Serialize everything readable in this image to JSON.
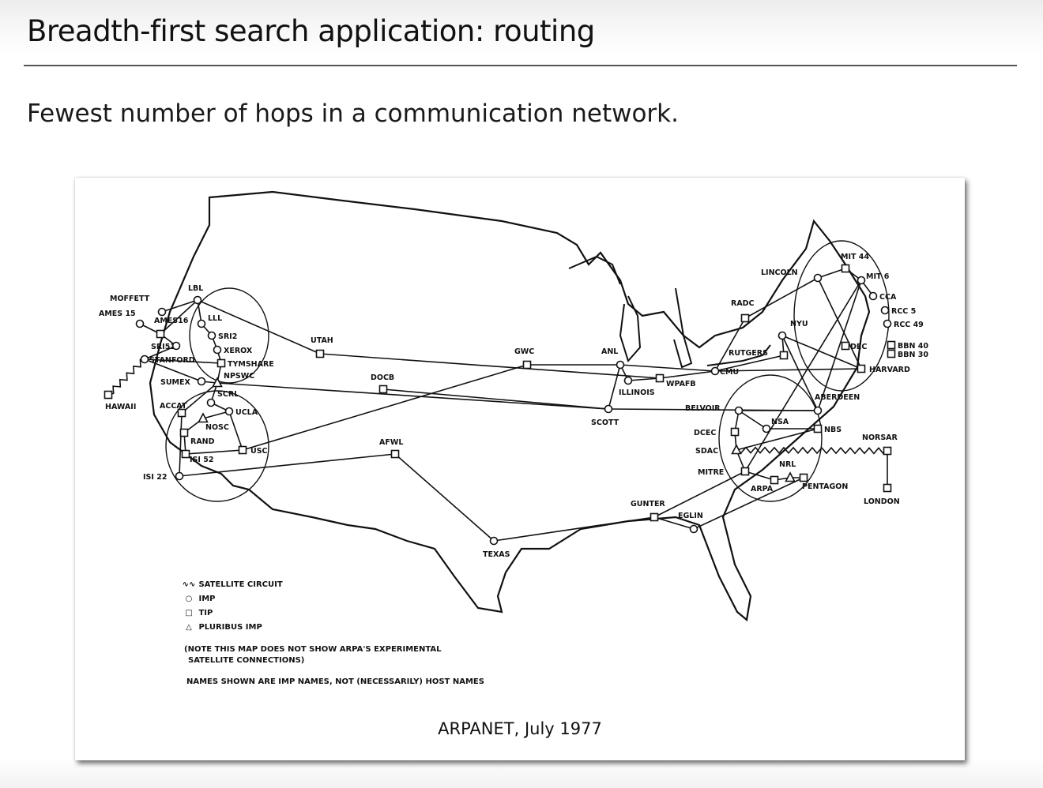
{
  "slide": {
    "title": "Breadth-first search application:  routing",
    "subtitle": "Fewest number of hops in a communication network."
  },
  "figure": {
    "caption": "ARPANET, July 1977",
    "legend": [
      {
        "symbol": "satellite-wave",
        "label": "SATELLITE CIRCUIT"
      },
      {
        "symbol": "circle",
        "label": "IMP"
      },
      {
        "symbol": "square",
        "label": "TIP"
      },
      {
        "symbol": "triangle",
        "label": "PLURIBUS IMP"
      }
    ],
    "legend_glyphs": {
      "satellite-wave": "∿∿",
      "circle": "○",
      "square": "□",
      "triangle": "△"
    },
    "note_line1": "(NOTE  THIS MAP DOES NOT SHOW ARPA'S EXPERIMENTAL",
    "note_line2": "SATELLITE CONNECTIONS)",
    "names_note": "NAMES SHOWN ARE IMP NAMES, NOT (NECESSARILY) HOST NAMES"
  },
  "network": {
    "nodes": [
      {
        "id": "LBL",
        "label": "LBL",
        "type": "circle"
      },
      {
        "id": "MOFFETT",
        "label": "MOFFETT",
        "type": "circle"
      },
      {
        "id": "AMES15",
        "label": "AMES 15",
        "type": "circle"
      },
      {
        "id": "AMES16",
        "label": "AMES16",
        "type": "square"
      },
      {
        "id": "LLL",
        "label": "LLL",
        "type": "circle"
      },
      {
        "id": "SRI2",
        "label": "SRI2",
        "type": "circle"
      },
      {
        "id": "SRI51",
        "label": "SRI51",
        "type": "circle"
      },
      {
        "id": "XEROX",
        "label": "XEROX",
        "type": "circle"
      },
      {
        "id": "STANFORD",
        "label": "STANFORD",
        "type": "circle"
      },
      {
        "id": "TYMSHARE",
        "label": "TYMSHARE",
        "type": "square"
      },
      {
        "id": "SUMEX",
        "label": "SUMEX",
        "type": "circle"
      },
      {
        "id": "NPSWC",
        "label": "NPSWC",
        "type": "triangle"
      },
      {
        "id": "HAWAII",
        "label": "HAWAII",
        "type": "square"
      },
      {
        "id": "ACCAT",
        "label": "ACCAT",
        "type": "square"
      },
      {
        "id": "SCRL",
        "label": "SCRL",
        "type": "circle"
      },
      {
        "id": "UCLA",
        "label": "UCLA",
        "type": "circle"
      },
      {
        "id": "NOSC",
        "label": "NOSC",
        "type": "triangle"
      },
      {
        "id": "RAND",
        "label": "RAND",
        "type": "square"
      },
      {
        "id": "USC",
        "label": "USC",
        "type": "square"
      },
      {
        "id": "ISI52",
        "label": "ISI 52",
        "type": "square"
      },
      {
        "id": "ISI22",
        "label": "ISI 22",
        "type": "circle"
      },
      {
        "id": "UTAH",
        "label": "UTAH",
        "type": "square"
      },
      {
        "id": "DOCB",
        "label": "DOCB",
        "type": "square"
      },
      {
        "id": "AFWL",
        "label": "AFWL",
        "type": "square"
      },
      {
        "id": "GWC",
        "label": "GWC",
        "type": "square"
      },
      {
        "id": "ANL",
        "label": "ANL",
        "type": "circle"
      },
      {
        "id": "ILLINOIS",
        "label": "ILLINOIS",
        "type": "circle"
      },
      {
        "id": "WPAFB",
        "label": "WPAFB",
        "type": "square"
      },
      {
        "id": "SCOTT",
        "label": "SCOTT",
        "type": "circle"
      },
      {
        "id": "TEXAS",
        "label": "TEXAS",
        "type": "circle"
      },
      {
        "id": "GUNTER",
        "label": "GUNTER",
        "type": "square"
      },
      {
        "id": "EGLIN",
        "label": "EGLIN",
        "type": "circle"
      },
      {
        "id": "CMU",
        "label": "CMU",
        "type": "circle"
      },
      {
        "id": "RADC",
        "label": "RADC",
        "type": "square"
      },
      {
        "id": "LINCOLN",
        "label": "LINCOLN",
        "type": "circle"
      },
      {
        "id": "MIT44",
        "label": "MIT 44",
        "type": "square"
      },
      {
        "id": "MIT6",
        "label": "MIT 6",
        "type": "circle"
      },
      {
        "id": "CCA",
        "label": "CCA",
        "type": "circle"
      },
      {
        "id": "RCC5",
        "label": "RCC 5",
        "type": "circle"
      },
      {
        "id": "RCC49",
        "label": "RCC 49",
        "type": "circle"
      },
      {
        "id": "NYU",
        "label": "NYU",
        "type": "circle"
      },
      {
        "id": "DEC",
        "label": "DEC",
        "type": "square"
      },
      {
        "id": "BBN40",
        "label": "BBN 40",
        "type": "square"
      },
      {
        "id": "BBN30",
        "label": "BBN 30",
        "type": "square"
      },
      {
        "id": "HARVARD",
        "label": "HARVARD",
        "type": "square"
      },
      {
        "id": "RUTGERS",
        "label": "RUTGERS",
        "type": "square"
      },
      {
        "id": "ABERDEEN",
        "label": "ABERDEEN",
        "type": "circle"
      },
      {
        "id": "BELVOIR",
        "label": "BELVOIR",
        "type": "circle"
      },
      {
        "id": "NSA",
        "label": "NSA",
        "type": "circle"
      },
      {
        "id": "DCEC",
        "label": "DCEC",
        "type": "square"
      },
      {
        "id": "NBS",
        "label": "NBS",
        "type": "square"
      },
      {
        "id": "SDAC",
        "label": "SDAC",
        "type": "triangle"
      },
      {
        "id": "NORSAR",
        "label": "NORSAR",
        "type": "square"
      },
      {
        "id": "MITRE",
        "label": "MITRE",
        "type": "square"
      },
      {
        "id": "NRL",
        "label": "NRL",
        "type": "triangle"
      },
      {
        "id": "ARPA",
        "label": "ARPA",
        "type": "square"
      },
      {
        "id": "PENTAGON",
        "label": "PENTAGON",
        "type": "square"
      },
      {
        "id": "LONDON",
        "label": "LONDON",
        "type": "square"
      }
    ],
    "edges": [
      [
        "MOFFETT",
        "LBL"
      ],
      [
        "LBL",
        "LLL"
      ],
      [
        "LBL",
        "AMES16"
      ],
      [
        "LBL",
        "UTAH"
      ],
      [
        "AMES15",
        "AMES16"
      ],
      [
        "AMES16",
        "SRI51"
      ],
      [
        "SRI51",
        "STANFORD"
      ],
      [
        "LLL",
        "SRI2"
      ],
      [
        "SRI2",
        "XEROX"
      ],
      [
        "XEROX",
        "TYMSHARE"
      ],
      [
        "STANFORD",
        "TYMSHARE"
      ],
      [
        "STANFORD",
        "SUMEX"
      ],
      [
        "SUMEX",
        "NPSWC"
      ],
      [
        "TYMSHARE",
        "NPSWC"
      ],
      [
        "NPSWC",
        "SCRL"
      ],
      [
        "SCRL",
        "UCLA"
      ],
      [
        "NPSWC",
        "SCOTT"
      ],
      [
        "NPSWC",
        "ACCAT"
      ],
      [
        "ACCAT",
        "ISI22"
      ],
      [
        "UCLA",
        "NOSC"
      ],
      [
        "UCLA",
        "USC"
      ],
      [
        "NOSC",
        "RAND"
      ],
      [
        "RAND",
        "ISI52"
      ],
      [
        "ISI52",
        "USC"
      ],
      [
        "USC",
        "GWC"
      ],
      [
        "ISI22",
        "AFWL"
      ],
      [
        "AFWL",
        "TEXAS"
      ],
      [
        "UTAH",
        "WPAFB"
      ],
      [
        "DOCB",
        "SCOTT"
      ],
      [
        "GWC",
        "ANL"
      ],
      [
        "ANL",
        "ILLINOIS"
      ],
      [
        "ANL",
        "SCOTT"
      ],
      [
        "ANL",
        "CMU"
      ],
      [
        "ILLINOIS",
        "WPAFB"
      ],
      [
        "WPAFB",
        "CMU"
      ],
      [
        "TEXAS",
        "GUNTER"
      ],
      [
        "GUNTER",
        "EGLIN"
      ],
      [
        "GUNTER",
        "MITRE"
      ],
      [
        "EGLIN",
        "PENTAGON"
      ],
      [
        "CMU",
        "RADC"
      ],
      [
        "RADC",
        "LINCOLN"
      ],
      [
        "LINCOLN",
        "MIT44"
      ],
      [
        "MIT44",
        "MIT6"
      ],
      [
        "MIT6",
        "CCA"
      ],
      [
        "CMU",
        "RUTGERS"
      ],
      [
        "CMU",
        "HARVARD"
      ],
      [
        "RUTGERS",
        "NYU"
      ],
      [
        "NYU",
        "HARVARD"
      ],
      [
        "NYU",
        "ABERDEEN"
      ],
      [
        "LINCOLN",
        "HARVARD"
      ],
      [
        "MIT6",
        "ABERDEEN"
      ],
      [
        "SCOTT",
        "ABERDEEN"
      ],
      [
        "ABERDEEN",
        "BELVOIR"
      ],
      [
        "BELVOIR",
        "DCEC"
      ],
      [
        "BELVOIR",
        "NSA"
      ],
      [
        "NSA",
        "NBS"
      ],
      [
        "NBS",
        "SDAC"
      ],
      [
        "DCEC",
        "SDAC"
      ],
      [
        "SDAC",
        "MITRE"
      ],
      [
        "MITRE",
        "ARPA"
      ],
      [
        "ARPA",
        "NRL"
      ],
      [
        "NRL",
        "PENTAGON"
      ],
      [
        "MIT6",
        "MITRE"
      ],
      [
        "NORSAR",
        "LONDON"
      ]
    ],
    "satellite_links": [
      [
        "HAWAII",
        "STANFORD"
      ],
      [
        "SDAC",
        "NORSAR"
      ]
    ]
  }
}
